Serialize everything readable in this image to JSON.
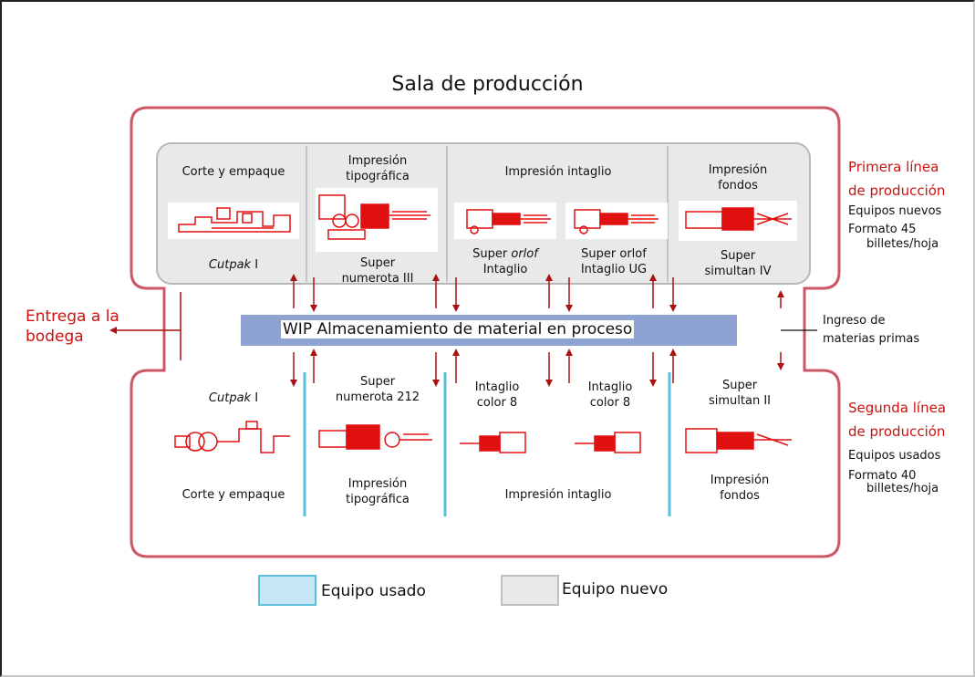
{
  "title": "Sala de producción",
  "top_line": {
    "heading": [
      "Primera línea",
      "de producción"
    ],
    "notes": [
      "Equipos nuevos",
      "Formato 45",
      "billetes/hoja"
    ],
    "sections": [
      {
        "header": "Corte y empaque",
        "machine": "Cutpak",
        "machine_suffix": " I"
      },
      {
        "header": "Impresión\ntipográfica",
        "machine": "Super\nnumerota III"
      },
      {
        "header": "Impresión intaglio",
        "machine_a1": "Super ",
        "machine_a2": "orlof",
        "machine_a3": "Intaglio",
        "machine_b": "Super orlof\nIntaglio UG"
      },
      {
        "header": "Impresión\nfondos",
        "machine": "Super\nsimultan IV"
      }
    ]
  },
  "bottom_line": {
    "heading": [
      "Segunda línea",
      "de producción"
    ],
    "notes": [
      "Equipos usados",
      "Formato 40",
      "billetes/hoja"
    ],
    "sections": [
      {
        "machine": "Cutpak",
        "machine_suffix": " I",
        "footer": "Corte y empaque"
      },
      {
        "machine": "Super\nnumerota 212",
        "footer": "Impresión\ntipográfica"
      },
      {
        "machine_a": "Intaglio\ncolor 8",
        "machine_b": "Intaglio\ncolor 8",
        "footer": "Impresión intaglio"
      },
      {
        "machine": "Super\nsimultan II",
        "footer": "Impresión\nfondos"
      }
    ]
  },
  "wip": "WIP Almacenamiento de material en proceso",
  "delivery": [
    "Entrega a la",
    "bodega"
  ],
  "intake": [
    "Ingreso de",
    "materias primas"
  ],
  "legend": {
    "used": "Equipo usado",
    "new": "Equipo nuevo"
  },
  "colors": {
    "room_outline": "#cc5566",
    "arrow": "#aa1111",
    "used": "#5bc0d8",
    "used_fill": "#c6e6f5",
    "new_fill": "#e8eaea",
    "wip_bar": "#8fa3d2",
    "machine_red": "#e01010"
  }
}
